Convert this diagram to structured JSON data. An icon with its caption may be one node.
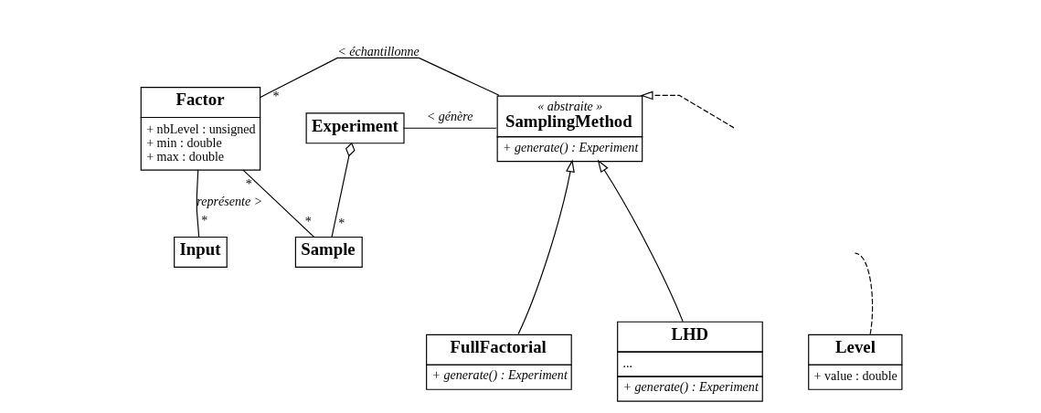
{
  "diagram": {
    "nodes": [
      {
        "text": [
          "Factor",
          "+ nbLevel : unsigned",
          "+ min : double",
          "+ max : double"
        ]
      },
      {
        "text": [
          "Experiment"
        ]
      },
      {
        "text": [
          "« abstraite »",
          "SamplingMethod",
          "+ generate() : Experiment"
        ]
      },
      {
        "text": [
          "Sample"
        ]
      },
      {
        "text": [
          "Level",
          "+ value : double"
        ]
      },
      {
        "text": [
          "LHD",
          "...",
          "+ generate() : Experiment"
        ]
      },
      {
        "text": [
          "FullFactorial",
          "+ generate() : Experiment"
        ]
      },
      {
        "text": [
          "Input"
        ]
      }
    ],
    "edges": [
      {
        "from": 0,
        "to": 2,
        "arrow": "none",
        "label": "< échantillonne"
      },
      {
        "from": 1,
        "to": 2,
        "arrow": "none",
        "label": "< génère"
      },
      {
        "from": 1,
        "to": 3,
        "arrow": "other"
      },
      {
        "from": 0,
        "to": 3,
        "arrow": "none"
      },
      {
        "from": 4,
        "to": null,
        "arrow": "none",
        "style": "dashed"
      },
      {
        "from": 0,
        "to": 7,
        "arrow": "none",
        "label": "représente >"
      },
      {
        "from": 5,
        "to": 2,
        "arrow": "to"
      },
      {
        "from": 6,
        "to": 2,
        "arrow": "to"
      },
      {
        "from": null,
        "to": 2,
        "arrow": "to",
        "style": "dashed"
      }
    ],
    "labels": [
      "*",
      "*",
      "*",
      "*",
      "*"
    ]
  }
}
